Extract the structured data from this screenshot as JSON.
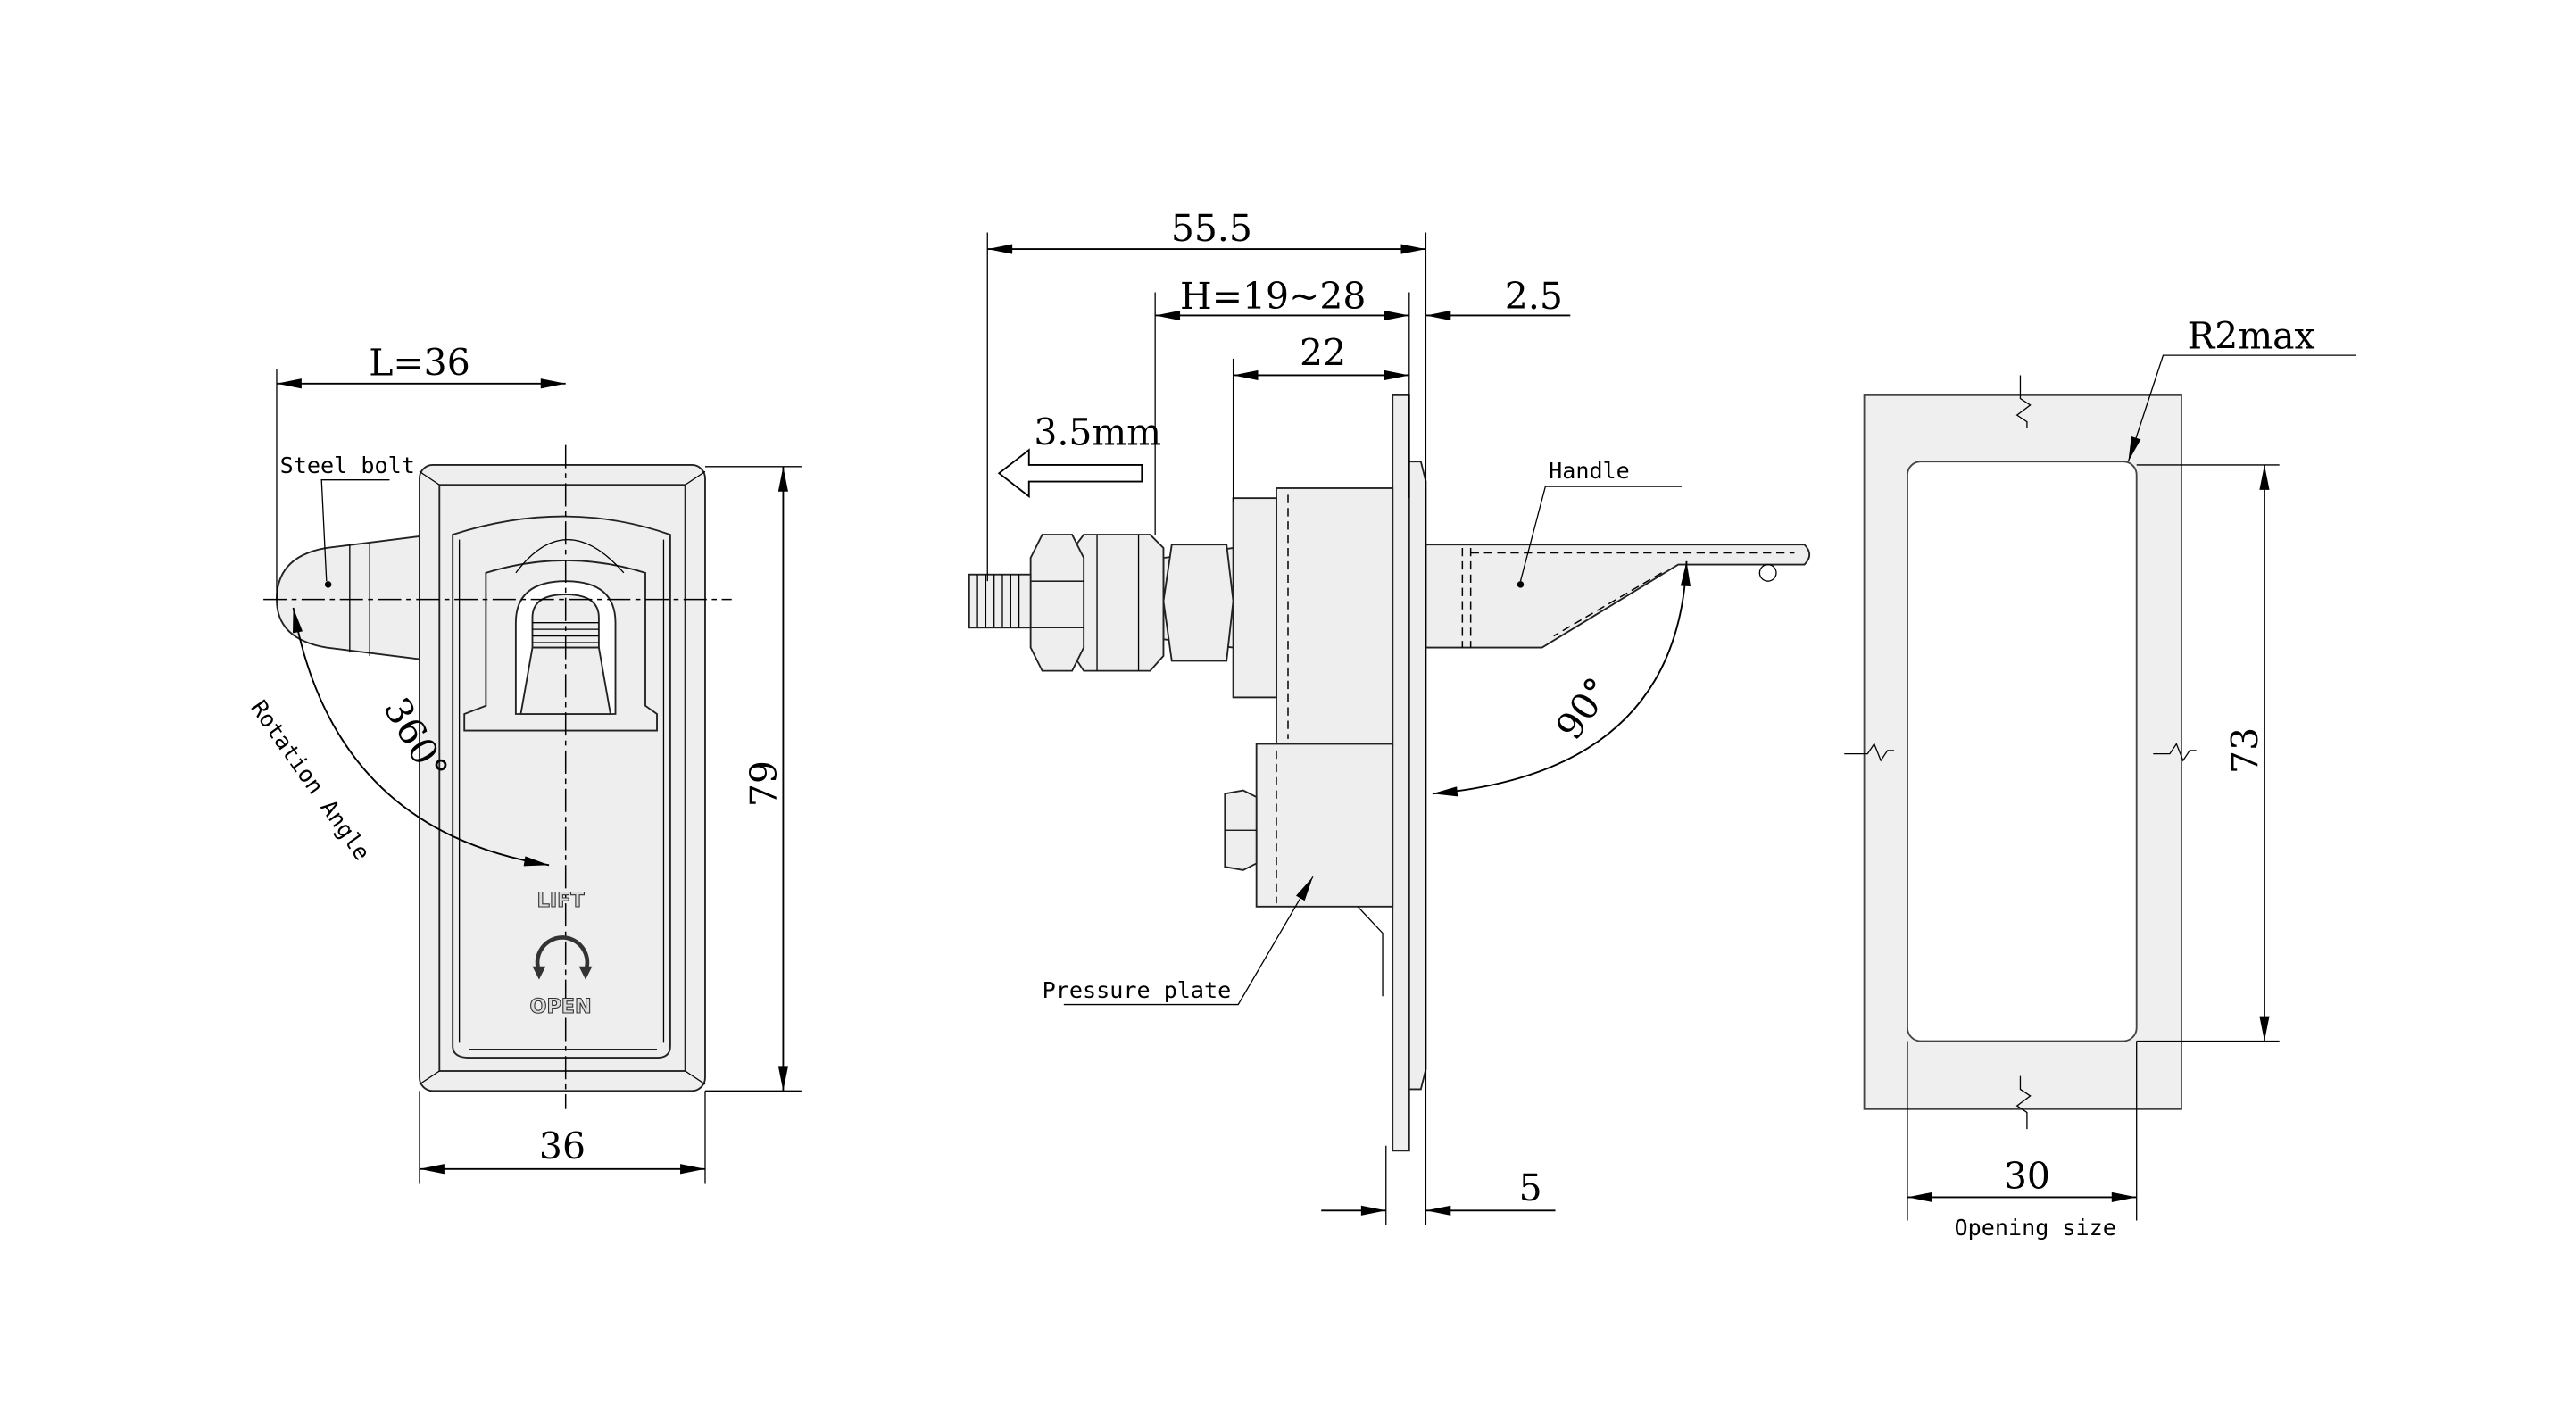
{
  "title": "Lock dimension drawing",
  "front_view": {
    "dim_length": "L=36",
    "dim_height": "79",
    "dim_width": "36",
    "label_bolt": "Steel bolt",
    "rotation_value": "360°",
    "rotation_label": "Rotation Angle",
    "stamp_top": "LIFT",
    "stamp_bottom": "OPEN"
  },
  "side_view": {
    "dim_total": "55.5",
    "dim_h": "H=19~28",
    "dim_flange": "2.5",
    "dim_body": "22",
    "dim_travel": "3.5mm",
    "dim_plate": "5",
    "handle_angle": "90°",
    "label_handle": "Handle",
    "label_pressure_plate": "Pressure plate"
  },
  "cutout_view": {
    "radius": "R2max",
    "dim_height": "73",
    "dim_width": "30",
    "label_opening": "Opening size"
  },
  "colors": {
    "line": "#000000",
    "fill": "#eeeeee",
    "background": "#ffffff"
  }
}
